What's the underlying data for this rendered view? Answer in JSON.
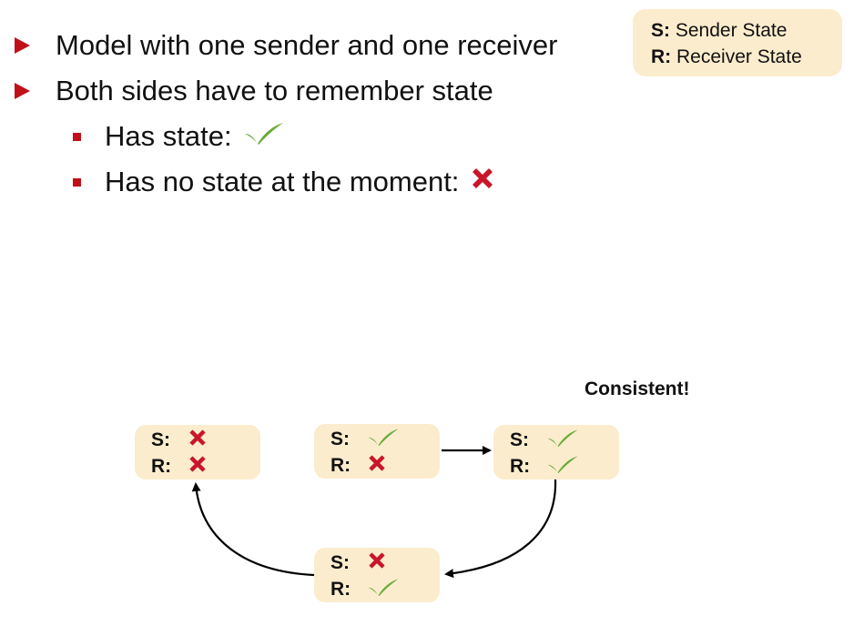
{
  "bullets": [
    {
      "text": "Model with one sender and one receiver"
    },
    {
      "text": "Both sides have to remember state"
    }
  ],
  "sub_bullets": [
    {
      "text": "Has state:",
      "icon": "check-icon"
    },
    {
      "text": "Has no state at the moment:",
      "icon": "cross-icon"
    }
  ],
  "legend": {
    "s_key": "S:",
    "s_value": "Sender State",
    "r_key": "R:",
    "r_value": "Receiver State"
  },
  "consistent_label": "Consistent!",
  "state_boxes": [
    {
      "s_label": "S:",
      "s_state": "cross-icon",
      "r_label": "R:",
      "r_state": "cross-icon"
    },
    {
      "s_label": "S:",
      "s_state": "check-icon",
      "r_label": "R:",
      "r_state": "cross-icon"
    },
    {
      "s_label": "S:",
      "s_state": "check-icon",
      "r_label": "R:",
      "r_state": "check-icon"
    },
    {
      "s_label": "S:",
      "s_state": "cross-icon",
      "r_label": "R:",
      "r_state": "check-icon"
    }
  ],
  "colors": {
    "accent_red": "#c0101a",
    "check_green": "#6aab3c",
    "cross_red": "#c8172a",
    "box_fill": "#fbeccd"
  }
}
